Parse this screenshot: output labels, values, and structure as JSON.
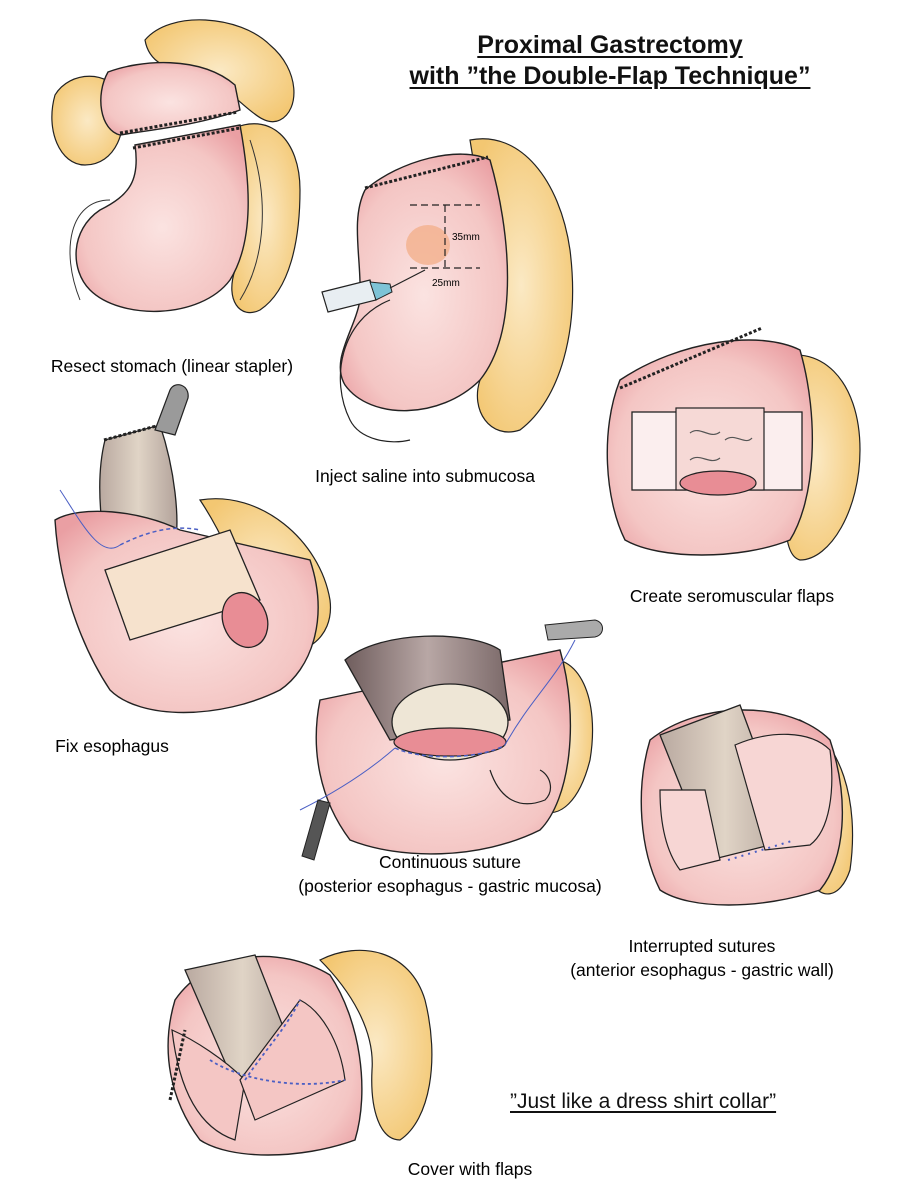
{
  "title": {
    "line1": "Proximal Gastrectomy",
    "line2": "with ”the Double-Flap Technique”"
  },
  "steps": [
    {
      "id": "resect",
      "label": "Resect stomach (linear stapler)"
    },
    {
      "id": "inject",
      "label": "Inject saline into submucosa"
    },
    {
      "id": "flaps",
      "label": "Create seromuscular flaps"
    },
    {
      "id": "fix",
      "label": "Fix esophagus"
    },
    {
      "id": "continuous",
      "label": "Continuous suture",
      "sublabel": "(posterior esophagus - gastric mucosa)"
    },
    {
      "id": "interrupted",
      "label": "Interrupted sutures",
      "sublabel": "(anterior esophagus - gastric wall)"
    },
    {
      "id": "cover",
      "label": "Cover with flaps"
    }
  ],
  "measurements": {
    "vertical": "35mm",
    "horizontal": "25mm"
  },
  "quote": "”Just like a dress shirt collar”",
  "colors": {
    "stomach": "#f2c9c6",
    "stomach_shade": "#e99a9c",
    "fat": "#f7d79a",
    "esophagus": "#cdbdae",
    "esophagus_dark": "#9e8a86",
    "suture": "#4b5fc4",
    "outline": "#1a1a1a"
  }
}
